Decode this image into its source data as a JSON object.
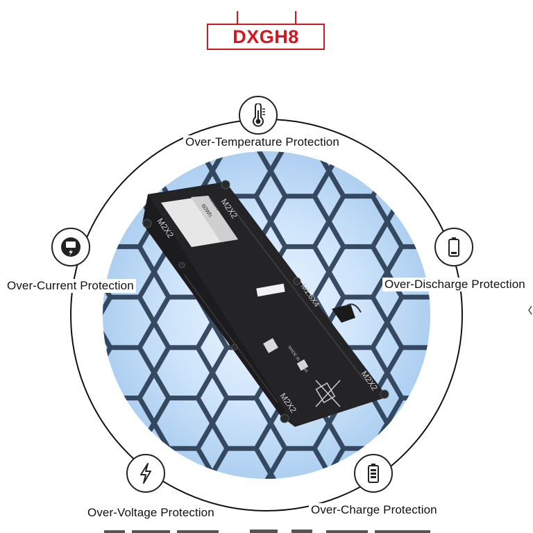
{
  "header": {
    "model": "DXGH8",
    "accent_color": "#d8141d"
  },
  "features": [
    {
      "id": "temperature",
      "label": "Over-Temperature Protection",
      "icon": "thermometer-icon"
    },
    {
      "id": "current",
      "label": "Over-Current Protection",
      "icon": "current-meter-icon"
    },
    {
      "id": "discharge",
      "label": "Over-Discharge Protection",
      "icon": "low-battery-icon"
    },
    {
      "id": "voltage",
      "label": "Over-Voltage Protection",
      "icon": "lightning-bolt-icon"
    },
    {
      "id": "charge",
      "label": "Over-Charge Protection",
      "icon": "charging-battery-icon"
    }
  ],
  "battery": {
    "screw_labels": [
      "M2X2",
      "M2X2",
      "M1.6X4",
      "M2X2",
      "M2X2"
    ],
    "capacity_label": "60Wh",
    "brand": "Amsmi",
    "made_in": "MADE IN CHINA",
    "body_color": "#1c1c1e",
    "background_color": "#a9ccef"
  }
}
